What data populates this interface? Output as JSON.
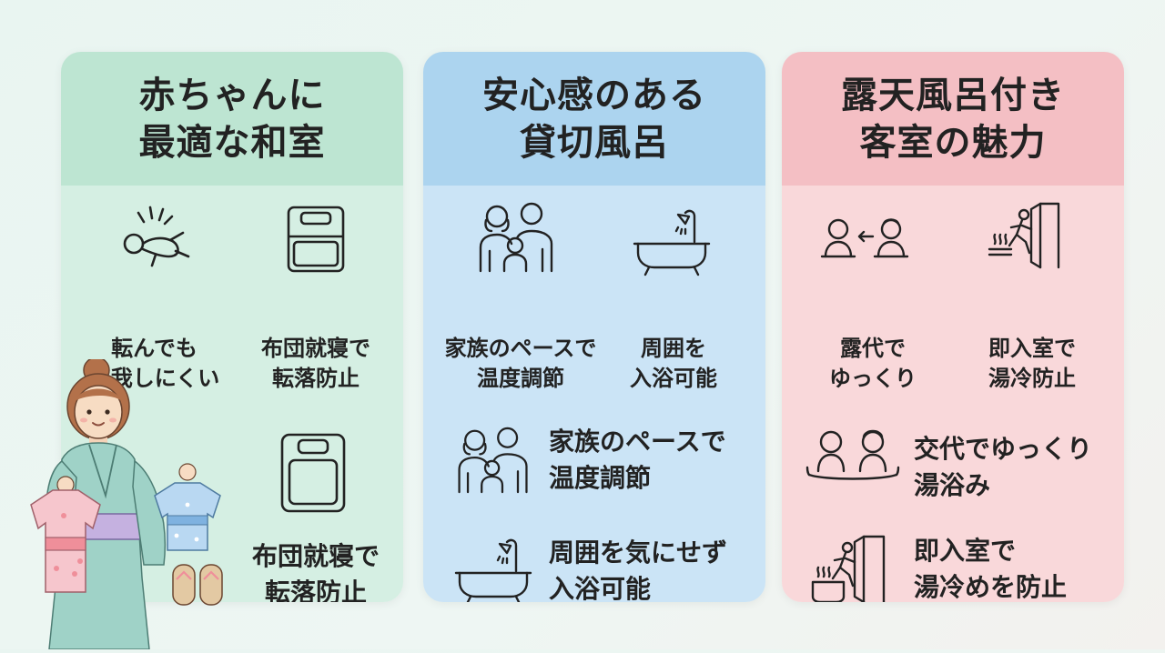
{
  "colors": {
    "green_header": "#bde5d2",
    "green_body": "#d5efe3",
    "blue_header": "#acd4ef",
    "blue_body": "#cbe4f6",
    "pink_header": "#f4bfc4",
    "pink_body": "#f9d8da"
  },
  "cards": [
    {
      "title": [
        "赤ちゃんに",
        "最適な和室"
      ],
      "features": [
        {
          "icon": "baby-rolling-icon",
          "lines": [
            "転んでも",
            "怪我しにくい"
          ]
        },
        {
          "icon": "futon-icon",
          "lines": [
            "布団就寝で",
            "転落防止"
          ]
        },
        {
          "icon": "futon-icon",
          "lines": [
            "布団就寝で",
            "転落防止"
          ]
        }
      ],
      "illustration": "mother-in-yukata-illustration"
    },
    {
      "title": [
        "安心感のある",
        "貸切風呂"
      ],
      "features": [
        {
          "icon": "family-icon",
          "lines": [
            "家族のペースで",
            "温度調節"
          ]
        },
        {
          "icon": "bathtub-icon",
          "lines": [
            "周囲を",
            "入浴可能"
          ]
        },
        {
          "icon": "family-icon",
          "lines": [
            "家族のペースで",
            "温度調節"
          ]
        },
        {
          "icon": "bathtub-icon",
          "lines": [
            "周囲を気にせず",
            "入浴可能"
          ]
        }
      ]
    },
    {
      "title": [
        "露天風呂付き",
        "客室の魅力"
      ],
      "features": [
        {
          "icon": "taking-turns-icon",
          "lines": [
            "露代で",
            "ゆっくり"
          ]
        },
        {
          "icon": "exit-to-bath-icon",
          "lines": [
            "即入室で",
            "湯冷防止"
          ]
        },
        {
          "icon": "two-bathers-icon",
          "lines": [
            "交代でゆっくり",
            "湯浴み"
          ]
        },
        {
          "icon": "exit-to-bath-icon",
          "lines": [
            "即入室で",
            "湯冷めを防止"
          ]
        }
      ]
    }
  ]
}
